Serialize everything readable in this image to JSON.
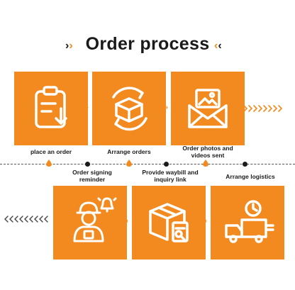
{
  "title": "Order process",
  "chevrons": {
    "left": "›",
    "right": "‹"
  },
  "colors": {
    "accent": "#f28a1f",
    "text": "#1a1a1a",
    "white": "#ffffff"
  },
  "steps": [
    {
      "label": "place an order",
      "icon": "clipboard-download-icon"
    },
    {
      "label": "Arrange orders",
      "icon": "box-refresh-icon"
    },
    {
      "label": "Order photos and videos sent",
      "line1": "Order photos and",
      "line2": "videos sent",
      "icon": "envelope-photo-icon"
    },
    {
      "label": "Arrange logistics",
      "icon": "delivery-truck-clock-icon"
    },
    {
      "label": "Provide waybill and inquiry link",
      "line1": "Provide waybill and",
      "line2": "inquiry link",
      "icon": "package-document-icon"
    },
    {
      "label": "Order signing reminder",
      "line1": "Order signing",
      "line2": "reminder",
      "icon": "courier-bell-icon"
    }
  ]
}
